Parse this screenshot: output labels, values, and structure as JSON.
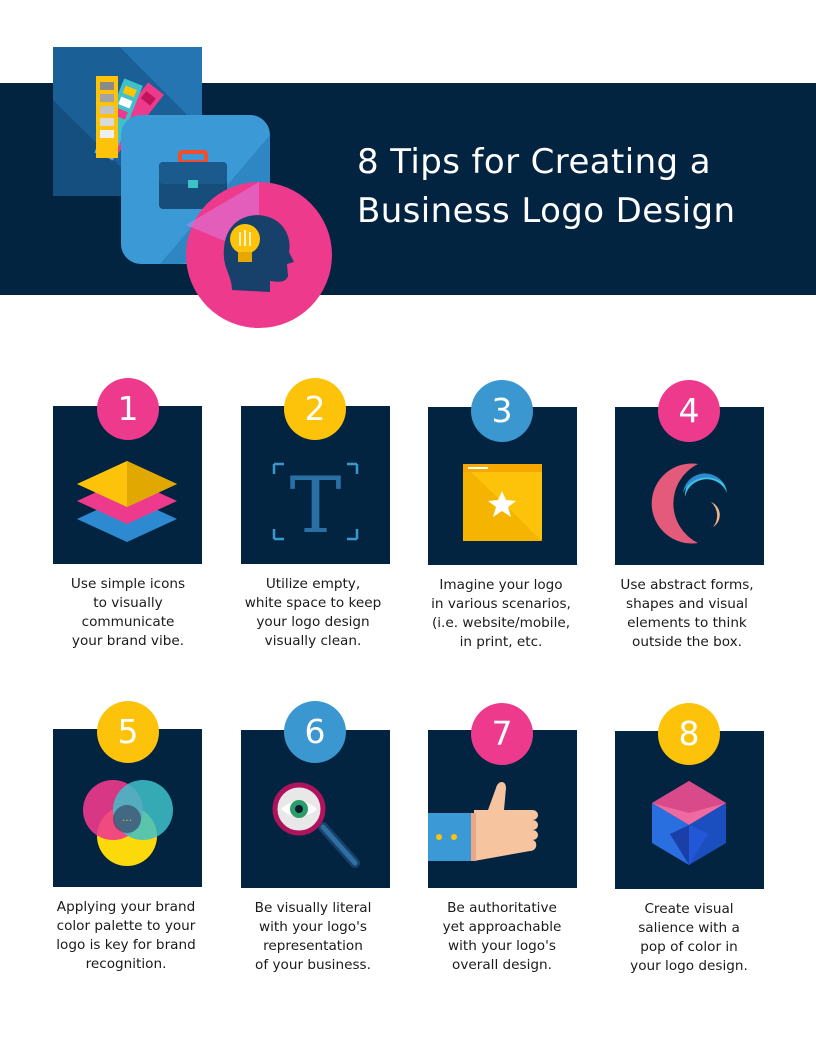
{
  "title": {
    "line1": "8 Tips for Creating a",
    "line2": "Business Logo Design"
  },
  "colors": {
    "navy": "#022440",
    "pink": "#ee3a8c",
    "yellow": "#fcc30a",
    "blue": "#3b97d0"
  },
  "hero_icons": [
    "color-swatch-icon",
    "briefcase-icon",
    "head-lightbulb-icon"
  ],
  "tips": [
    {
      "number": "1",
      "badge_color": "#ee3a8c",
      "icon": "layers-icon",
      "lines": [
        "Use simple icons",
        "to visually",
        "communicate",
        "your brand vibe."
      ]
    },
    {
      "number": "2",
      "badge_color": "#fcc30a",
      "icon": "letter-t-icon",
      "lines": [
        "Utilize empty,",
        "white space to keep",
        "your logo design",
        "visually clean."
      ]
    },
    {
      "number": "3",
      "badge_color": "#3b97d0",
      "icon": "browser-star-icon",
      "lines": [
        "Imagine your logo",
        "in various scenarios,",
        "(i.e. website/mobile,",
        "in print, etc."
      ]
    },
    {
      "number": "4",
      "badge_color": "#ee3a8c",
      "icon": "abstract-crescents-icon",
      "lines": [
        "Use abstract forms,",
        "shapes and visual",
        "elements to think",
        "outside the box."
      ]
    },
    {
      "number": "5",
      "badge_color": "#fcc30a",
      "icon": "venn-circles-icon",
      "lines": [
        "Applying your brand",
        "color palette to your",
        "logo is key for brand",
        "recognition."
      ]
    },
    {
      "number": "6",
      "badge_color": "#3b97d0",
      "icon": "magnifier-eye-icon",
      "lines": [
        "Be visually literal",
        "with your logo's",
        "representation",
        "of your business."
      ]
    },
    {
      "number": "7",
      "badge_color": "#ee3a8c",
      "icon": "thumbs-up-icon",
      "lines": [
        "Be authoritative",
        "yet approachable",
        "with your logo's",
        "overall design."
      ]
    },
    {
      "number": "8",
      "badge_color": "#fcc30a",
      "icon": "cube-icon",
      "lines": [
        "Create visual",
        "salience with a",
        "pop of color in",
        "your logo design."
      ]
    }
  ]
}
